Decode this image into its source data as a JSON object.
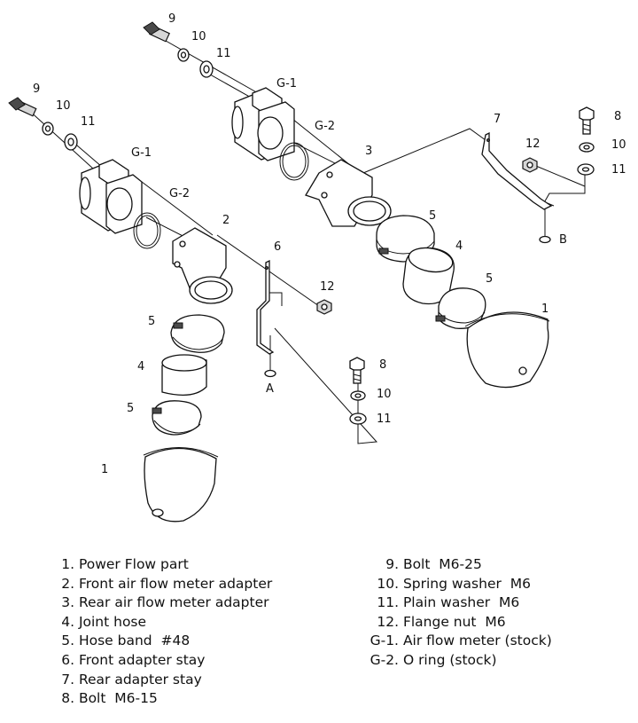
{
  "callouts": {
    "c9a": "9",
    "c10a": "10",
    "c11a": "11",
    "g1a": "G-1",
    "g2a": "G-2",
    "c3": "3",
    "c9b": "9",
    "c10b": "10",
    "c11b": "11",
    "g1b": "G-1",
    "g2b": "G-2",
    "c2": "2",
    "c7": "7",
    "c12a": "12",
    "c8a": "8",
    "c10c": "10",
    "c11c": "11",
    "pointB": "B",
    "c5a": "5",
    "c4a": "4",
    "c5b": "5",
    "c1a": "1",
    "c6": "6",
    "c12b": "12",
    "pointA": "A",
    "c5c": "5",
    "c4b": "4",
    "c5d": "5",
    "c1b": "1",
    "c8b": "8",
    "c10d": "10",
    "c11d": "11"
  },
  "legend": {
    "left": [
      {
        "num": "1.",
        "text": "Power Flow part"
      },
      {
        "num": "2.",
        "text": "Front air flow meter adapter"
      },
      {
        "num": "3.",
        "text": "Rear air flow meter adapter"
      },
      {
        "num": "4.",
        "text": "Joint hose"
      },
      {
        "num": "5.",
        "text": "Hose band  #48"
      },
      {
        "num": "6.",
        "text": "Front adapter stay"
      },
      {
        "num": "7.",
        "text": "Rear adapter stay"
      },
      {
        "num": "8.",
        "text": "Bolt  M6-15"
      }
    ],
    "right": [
      {
        "num": "9.",
        "text": "Bolt  M6-25"
      },
      {
        "num": "10.",
        "text": "Spring washer  M6"
      },
      {
        "num": "11.",
        "text": "Plain washer  M6"
      },
      {
        "num": "12.",
        "text": "Flange nut  M6"
      },
      {
        "num": "G-1.",
        "text": "Air flow meter (stock)"
      },
      {
        "num": "G-2.",
        "text": "O ring (stock)"
      }
    ]
  }
}
